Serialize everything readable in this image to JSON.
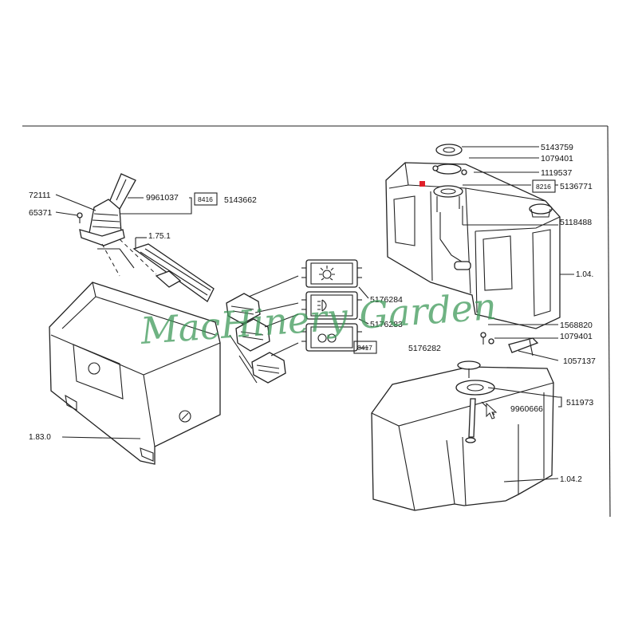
{
  "watermark": "MacHinery Garden",
  "left_assembly": {
    "labels": {
      "part_72111": "72111",
      "part_65371": "65371",
      "part_9961037": "9961037",
      "code_8416": "8416",
      "part_5143662": "5143662",
      "ref_1_75_1": "1.75.1",
      "ref_1_83_0": "1.83.0"
    }
  },
  "switch_panel": {
    "labels": {
      "part_5176284": "5176284",
      "part_5176283": "5176283",
      "code_8417": "8417",
      "part_5176282": "5176282"
    }
  },
  "upper_tank": {
    "labels": {
      "part_5143759": "5143759",
      "part_1079401": "1079401",
      "part_1119537": "1119537",
      "code_8216": "8216",
      "part_5136771": "5136771",
      "part_5118488": "5118488",
      "ref_1_04": "1.04."
    },
    "marker_color": "#e0202a"
  },
  "lower_tank": {
    "labels": {
      "part_1568820": "1568820",
      "part_1079401": "1079401",
      "part_1057137": "1057137",
      "part_511973": "511973",
      "part_9960666": "9960666",
      "ref_1_04_2": "1.04.2"
    }
  }
}
